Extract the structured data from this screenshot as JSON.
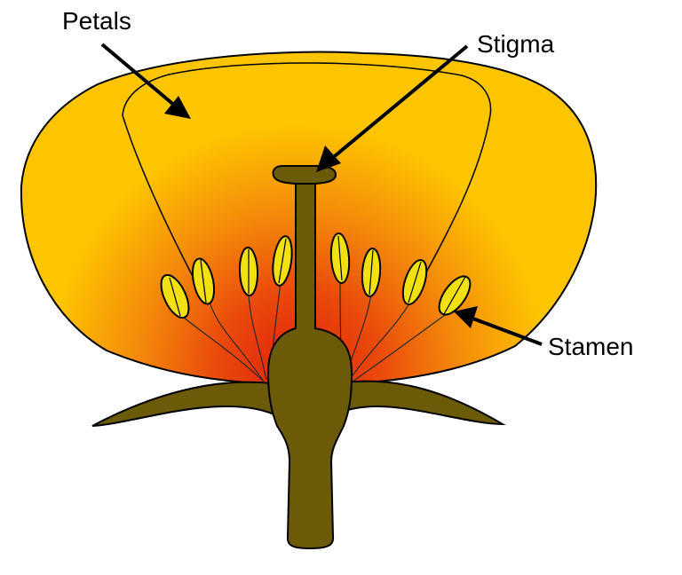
{
  "labels": {
    "petals": "Petals",
    "stigma": "Stigma",
    "stamen": "Stamen"
  },
  "colors": {
    "petal_outer": "#FDC500",
    "petal_mid": "#F48A0A",
    "petal_inner": "#E0200C",
    "stem": "#6B5A08",
    "anther": "#F2E010",
    "outline": "#000000"
  }
}
